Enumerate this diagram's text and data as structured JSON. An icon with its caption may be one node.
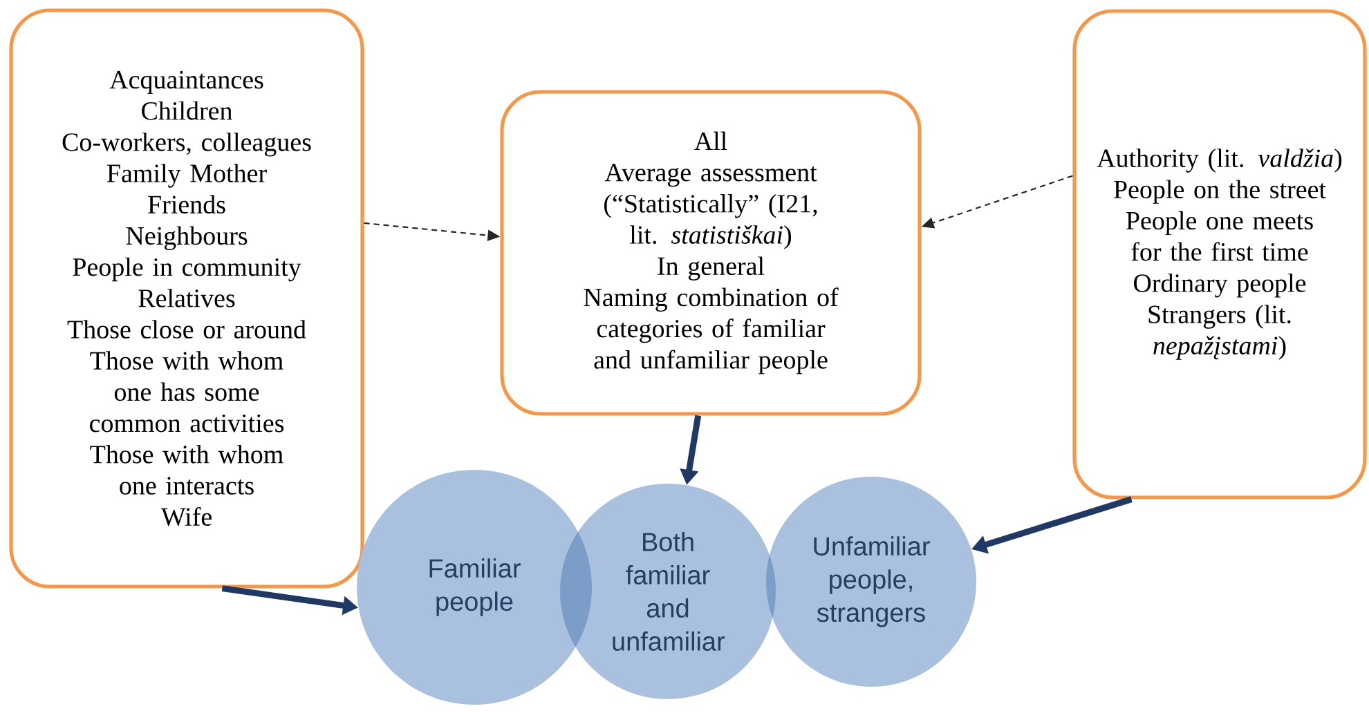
{
  "diagram": {
    "nodes": [
      {
        "text": [
          "Acquaintances",
          "Children",
          "Co-workers, colleagues",
          "Family Mother",
          "Friends",
          "Neighbours",
          "People in community",
          "Relatives",
          "Those close or around",
          "Those with whom one has some common activities",
          "Those with whom one interacts",
          "Wife"
        ]
      },
      {
        "text": [
          "All",
          "Average assessment",
          "(“Statistically” (I21, lit. *statistiškai*)",
          "In general",
          "Naming combination of categories of familiar and unfamiliar people"
        ]
      },
      {
        "text": [
          "Authority (lit. *valdžia*)",
          "People on the street",
          "People one meets for the first time",
          "Ordinary people",
          "Strangers (lit. *nepažįstami*)"
        ]
      },
      {
        "text": [
          "Familiar people"
        ]
      },
      {
        "text": [
          "Both familiar and unfamiliar"
        ]
      },
      {
        "text": [
          "Unfamiliar people, strangers"
        ]
      }
    ],
    "edges": [
      {
        "from": 0,
        "to": 1,
        "arrow": "to",
        "style": "dashed",
        "color": "#262626"
      },
      {
        "from": 2,
        "to": 1,
        "arrow": "to",
        "style": "dashed",
        "color": "#262626"
      },
      {
        "from": 0,
        "to": 3,
        "arrow": "to"
      },
      {
        "from": 1,
        "to": 4,
        "arrow": "to"
      },
      {
        "from": 2,
        "to": 5,
        "arrow": "to"
      }
    ]
  }
}
